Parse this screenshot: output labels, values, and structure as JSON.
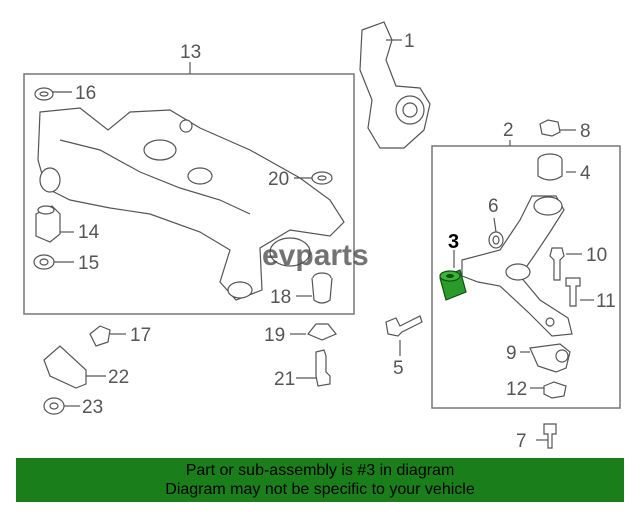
{
  "watermark": "evparts",
  "highlighted_part": "3",
  "callouts": {
    "c1": "1",
    "c2": "2",
    "c3": "3",
    "c4": "4",
    "c5": "5",
    "c6": "6",
    "c7": "7",
    "c8": "8",
    "c9": "9",
    "c10": "10",
    "c11": "11",
    "c12": "12",
    "c13": "13",
    "c14": "14",
    "c15": "15",
    "c16": "16",
    "c17": "17",
    "c18": "18",
    "c19": "19",
    "c20": "20",
    "c21": "21",
    "c22": "22",
    "c23": "23"
  },
  "colors": {
    "highlight_green": "#1a7f1a",
    "bushing_green": "#2a9a2a",
    "line_gray": "#555555"
  },
  "footer": {
    "line1": "Part or sub-assembly is #3 in diagram",
    "line2": "Diagram may not be specific to your vehicle"
  }
}
